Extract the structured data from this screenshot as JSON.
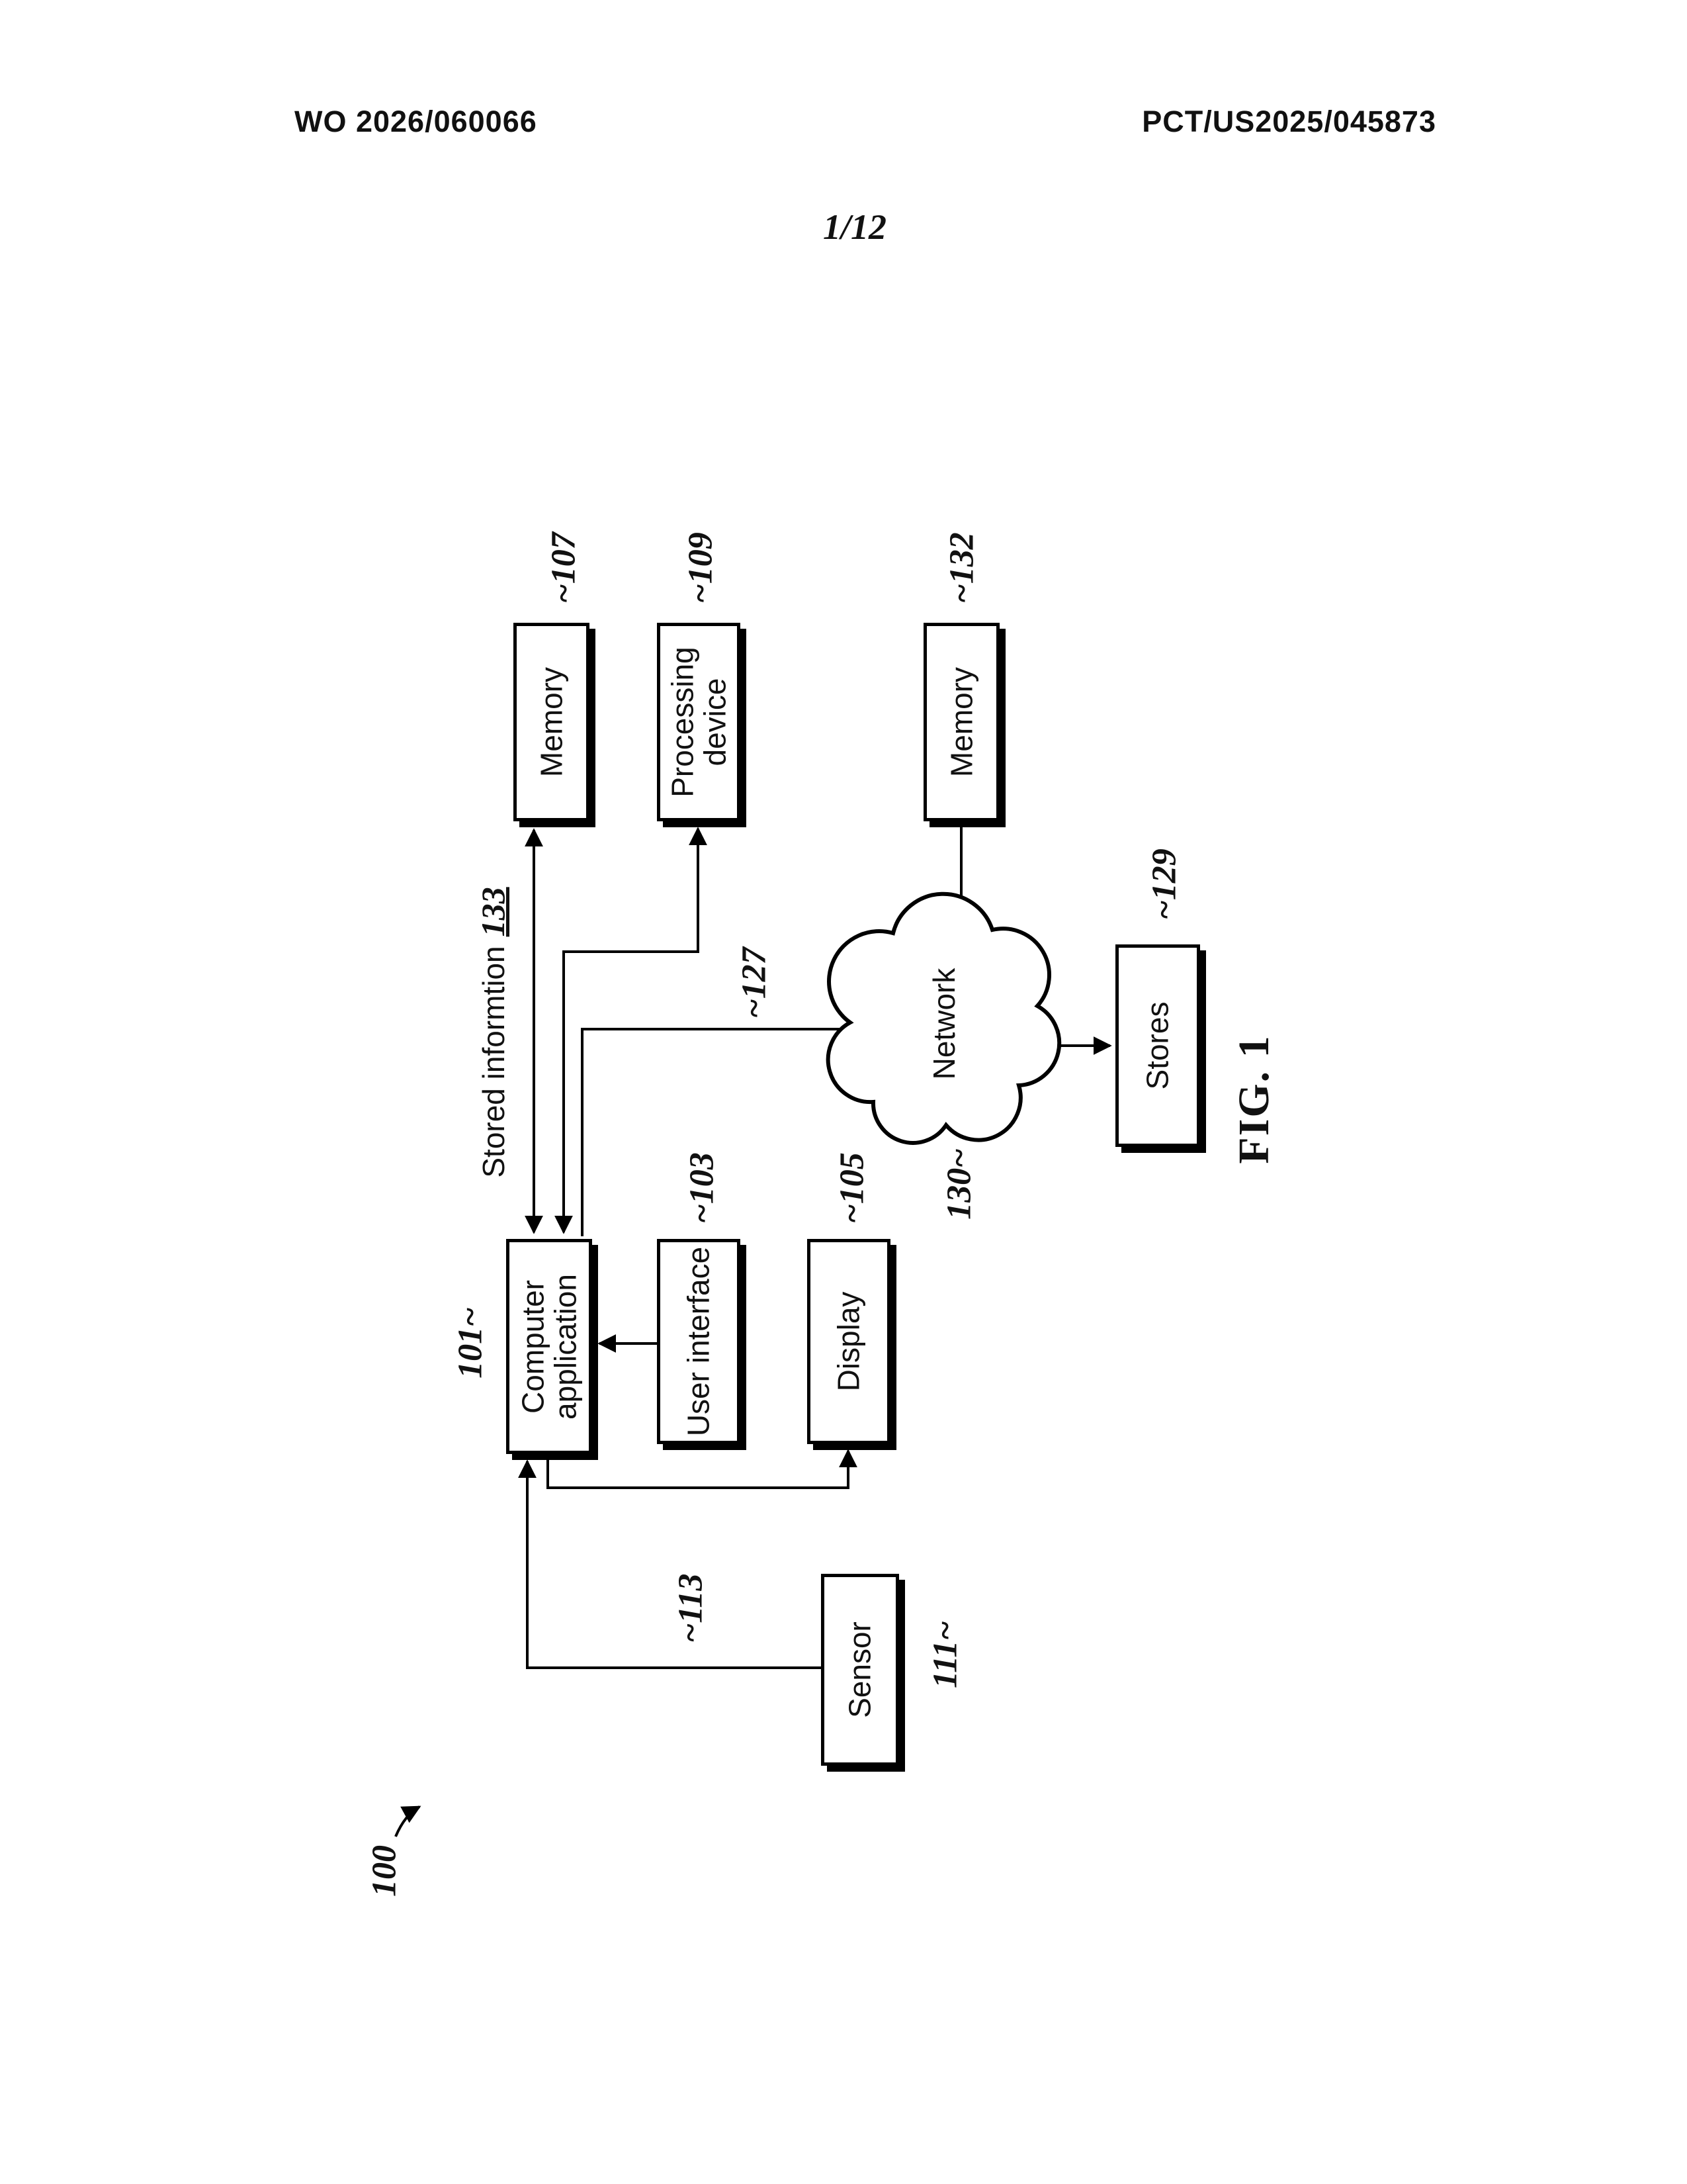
{
  "page": {
    "header_left": "WO 2026/060066",
    "header_right": "PCT/US2025/045873",
    "sheet_number": "1/12",
    "figure_caption": "FIG. 1"
  },
  "diagram": {
    "system_ref": "100",
    "boxes": {
      "memory_top": {
        "label": "Memory",
        "ref": "~107"
      },
      "processing_device": {
        "label": "Processing\ndevice",
        "ref": "~109"
      },
      "memory_right": {
        "label": "Memory",
        "ref": "~132"
      },
      "computer_application": {
        "label": "Computer\napplication",
        "ref": "101~"
      },
      "user_interface": {
        "label": "User interface",
        "ref": "~103"
      },
      "display": {
        "label": "Display",
        "ref": "~105"
      },
      "sensor": {
        "label": "Sensor",
        "ref": "111~"
      },
      "stores": {
        "label": "Stores",
        "ref": "~129"
      },
      "network": {
        "label": "Network",
        "ref": "130~"
      }
    },
    "annotations": {
      "stored_information_label": "Stored informtion",
      "stored_information_ref": "133",
      "network_link_ref": "~127",
      "sensor_link_ref": "~113"
    }
  }
}
